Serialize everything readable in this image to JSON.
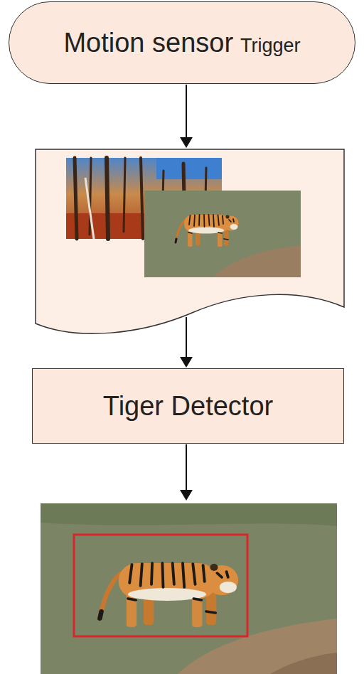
{
  "diagram": {
    "nodes": [
      {
        "text": [
          "Motion sensor",
          "Trigger"
        ]
      },
      {
        "text": [
          "Tiger Detector"
        ]
      }
    ]
  }
}
